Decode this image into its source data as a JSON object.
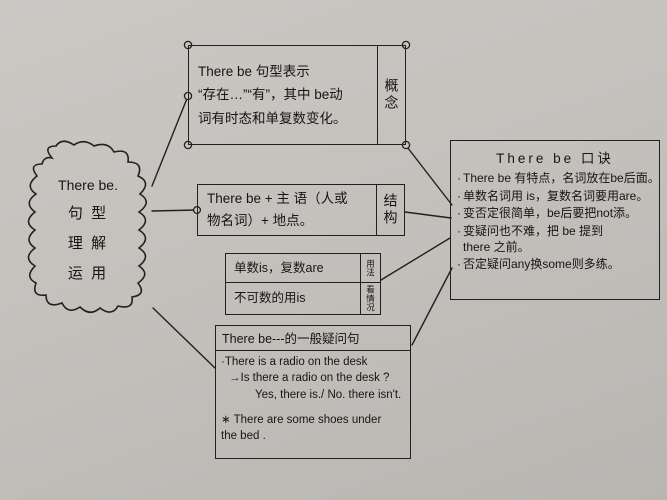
{
  "diagram": {
    "title": "There be 句型 mind map",
    "ink_color": "#22201e",
    "paper_color": "#c8c5c1"
  },
  "central": {
    "name": "central-topic-cloud",
    "lines": [
      "There be.",
      "句 型",
      "理 解",
      "运 用"
    ]
  },
  "concept": {
    "tag": "概念",
    "lines": [
      "There be 句型表示",
      "“存在…”“有”，其中 be动",
      "词有时态和单复数变化。"
    ]
  },
  "structure": {
    "tag": "结构",
    "lines": [
      "There be + 主 语（人或",
      "物名词）+ 地点。"
    ]
  },
  "usage": {
    "rows": [
      {
        "text": "单数is，复数are",
        "tag": "用法"
      },
      {
        "text": "不可数的用is",
        "tag": "看情况"
      }
    ]
  },
  "formula": {
    "title": "There be 口诀",
    "items": [
      "There be 有特点，名词放在be后面。",
      "单数名词用 is，复数名词要用are。",
      "变否定很简单，be后要把not添。",
      "变疑问也不难，把 be 提到"
    ],
    "continuation": "there 之前。",
    "last_item": "否定疑问any换some则多练。",
    "bullet": "·"
  },
  "examples": {
    "title": "There be---的一般疑问句",
    "lines": [
      {
        "text": "·There is a radio on the desk",
        "style": "plain"
      },
      {
        "text": "→Is there a radio on the desk ?",
        "style": "arrow"
      },
      {
        "text": "Yes, there is./ No. there isn't.",
        "style": "indent"
      },
      {
        "text": "",
        "style": "gap"
      },
      {
        "text": "∗ There are some shoes under",
        "style": "plain"
      },
      {
        "text": "the bed .",
        "style": "plain"
      }
    ]
  }
}
